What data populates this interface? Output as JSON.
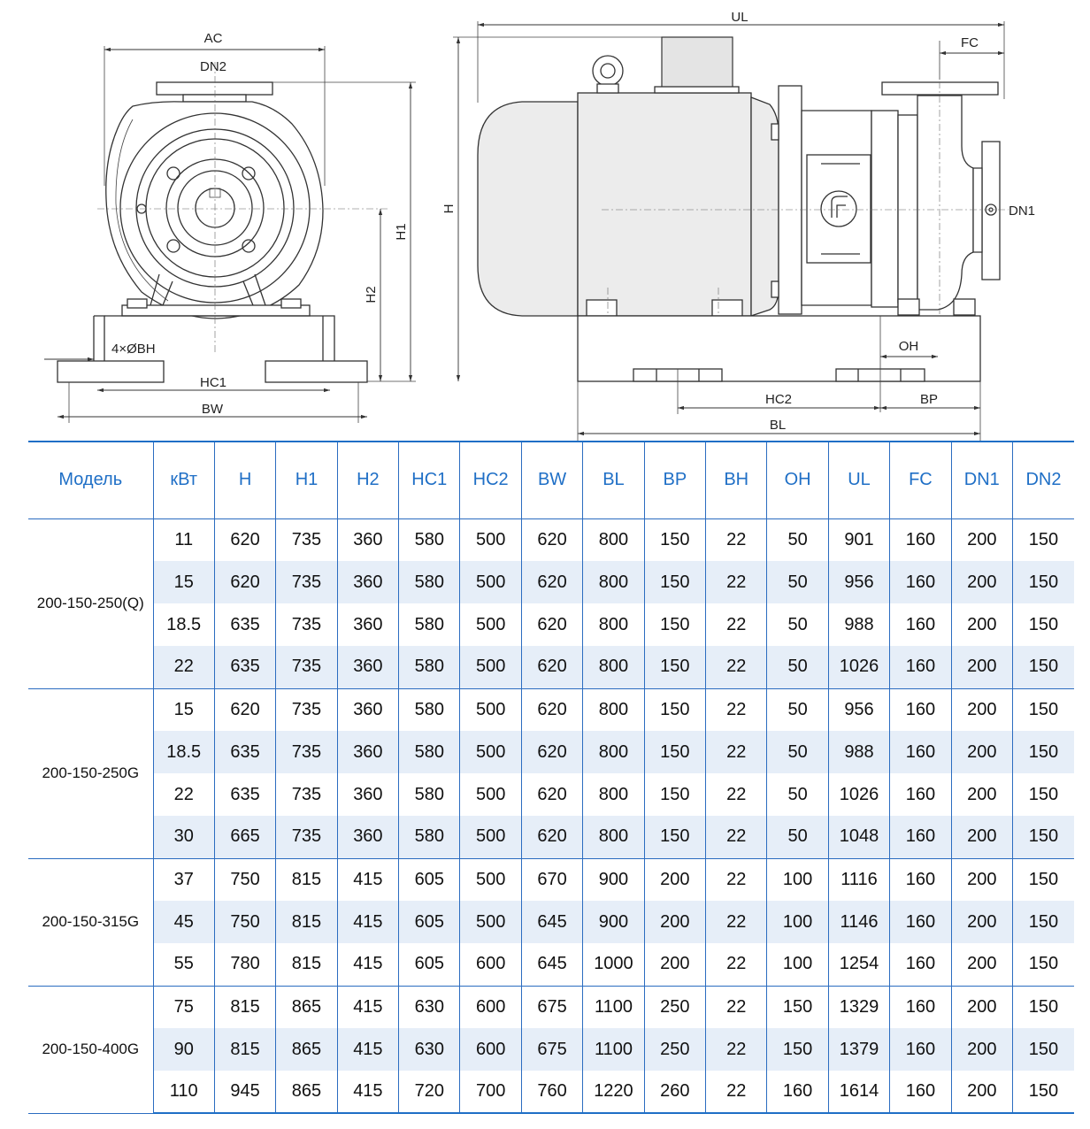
{
  "drawing": {
    "labels": {
      "ac": "AC",
      "dn2": "DN2",
      "h1": "H1",
      "h2": "H2",
      "bh": "4×ØBH",
      "hc1": "HC1",
      "bw": "BW",
      "ul": "UL",
      "fc": "FC",
      "h": "H",
      "dn1": "DN1",
      "oh": "OH",
      "hc2": "HC2",
      "bp": "BP",
      "bl": "BL"
    }
  },
  "table": {
    "headers": [
      "Модель",
      "кВт",
      "H",
      "H1",
      "H2",
      "HC1",
      "HC2",
      "BW",
      "BL",
      "BP",
      "BH",
      "OH",
      "UL",
      "FC",
      "DN1",
      "DN2"
    ],
    "groups": [
      {
        "model": "200-150-250(Q)",
        "rows": [
          [
            "11",
            "620",
            "735",
            "360",
            "580",
            "500",
            "620",
            "800",
            "150",
            "22",
            "50",
            "901",
            "160",
            "200",
            "150"
          ],
          [
            "15",
            "620",
            "735",
            "360",
            "580",
            "500",
            "620",
            "800",
            "150",
            "22",
            "50",
            "956",
            "160",
            "200",
            "150"
          ],
          [
            "18.5",
            "635",
            "735",
            "360",
            "580",
            "500",
            "620",
            "800",
            "150",
            "22",
            "50",
            "988",
            "160",
            "200",
            "150"
          ],
          [
            "22",
            "635",
            "735",
            "360",
            "580",
            "500",
            "620",
            "800",
            "150",
            "22",
            "50",
            "1026",
            "160",
            "200",
            "150"
          ]
        ]
      },
      {
        "model": "200-150-250G",
        "rows": [
          [
            "15",
            "620",
            "735",
            "360",
            "580",
            "500",
            "620",
            "800",
            "150",
            "22",
            "50",
            "956",
            "160",
            "200",
            "150"
          ],
          [
            "18.5",
            "635",
            "735",
            "360",
            "580",
            "500",
            "620",
            "800",
            "150",
            "22",
            "50",
            "988",
            "160",
            "200",
            "150"
          ],
          [
            "22",
            "635",
            "735",
            "360",
            "580",
            "500",
            "620",
            "800",
            "150",
            "22",
            "50",
            "1026",
            "160",
            "200",
            "150"
          ],
          [
            "30",
            "665",
            "735",
            "360",
            "580",
            "500",
            "620",
            "800",
            "150",
            "22",
            "50",
            "1048",
            "160",
            "200",
            "150"
          ]
        ]
      },
      {
        "model": "200-150-315G",
        "rows": [
          [
            "37",
            "750",
            "815",
            "415",
            "605",
            "500",
            "670",
            "900",
            "200",
            "22",
            "100",
            "1116",
            "160",
            "200",
            "150"
          ],
          [
            "45",
            "750",
            "815",
            "415",
            "605",
            "500",
            "645",
            "900",
            "200",
            "22",
            "100",
            "1146",
            "160",
            "200",
            "150"
          ],
          [
            "55",
            "780",
            "815",
            "415",
            "605",
            "600",
            "645",
            "1000",
            "200",
            "22",
            "100",
            "1254",
            "160",
            "200",
            "150"
          ]
        ]
      },
      {
        "model": "200-150-400G",
        "rows": [
          [
            "75",
            "815",
            "865",
            "415",
            "630",
            "600",
            "675",
            "1100",
            "250",
            "22",
            "150",
            "1329",
            "160",
            "200",
            "150"
          ],
          [
            "90",
            "815",
            "865",
            "415",
            "630",
            "600",
            "675",
            "1100",
            "250",
            "22",
            "150",
            "1379",
            "160",
            "200",
            "150"
          ],
          [
            "110",
            "945",
            "865",
            "415",
            "720",
            "700",
            "760",
            "1220",
            "260",
            "22",
            "160",
            "1614",
            "160",
            "200",
            "150"
          ]
        ]
      }
    ]
  }
}
